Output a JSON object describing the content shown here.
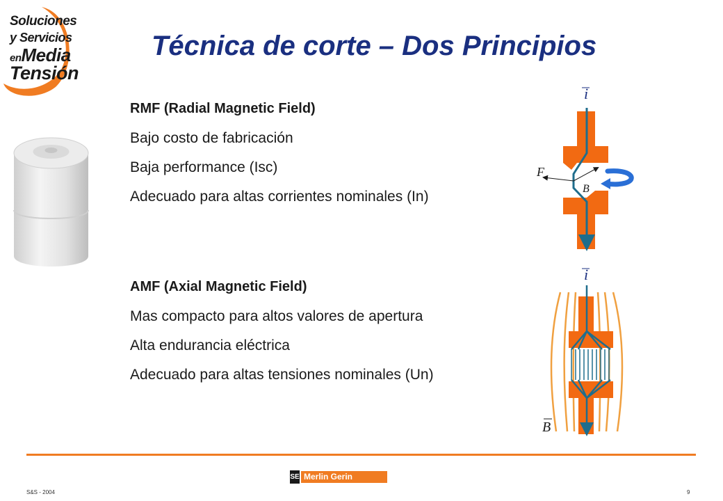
{
  "logo": {
    "line1": "Soluciones",
    "line2": "y Servicios",
    "line3_small": "en",
    "line3_big": "Media",
    "line4": "Tensión",
    "arc_color": "#f07c22"
  },
  "title": "Técnica de corte – Dos Principios",
  "rmf": {
    "acronym": "RMF",
    "expansion": "(Radial Magnetic Field)",
    "items": [
      "Bajo costo de fabricación",
      "Baja performance (Isc)",
      "Adecuado para altas corrientes nominales (In)"
    ]
  },
  "amf": {
    "acronym": "AMF",
    "expansion": "(Axial Magnetic Field)",
    "items": [
      "Mas compacto para altos valores de apertura",
      "Alta endurancia eléctrica",
      "Adecuado para altas tensiones nominales (Un)"
    ]
  },
  "diagram": {
    "label_i_top": "i",
    "label_F": "F",
    "label_B_top": "B",
    "label_i_bottom": "i",
    "label_B_bottom": "B",
    "contact_color": "#f26a12",
    "current_color": "#1f6d8c",
    "arrow_color": "#2a6fd6",
    "field_color": "#f0a040"
  },
  "footer": {
    "left": "S&S - 2004",
    "brand_mark": "SE",
    "brand": "Merlin Gerin",
    "page": "9"
  },
  "colors": {
    "title": "#1a2f80",
    "rule": "#f07c22"
  }
}
